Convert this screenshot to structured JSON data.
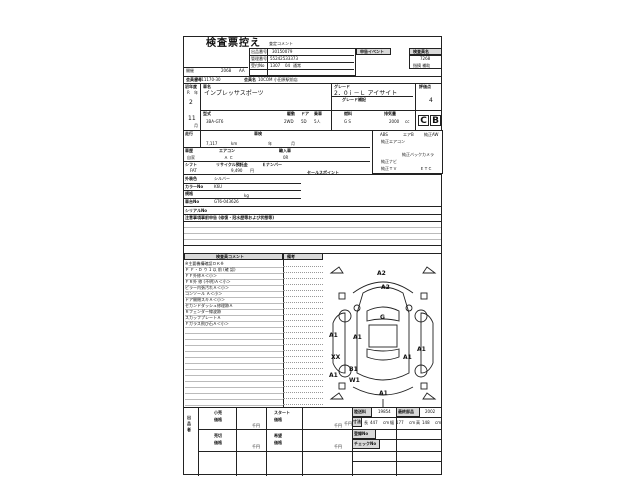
{
  "header": {
    "title": "検査票控え",
    "staff_comment": "査定コメント",
    "lot_no_label": "出品番号",
    "lot_no": "30150079",
    "mgmt_no_label": "管理番号",
    "mgmt_no": "55242533373",
    "reception_label": "受付No",
    "reception_no": "1307",
    "reception_extra": "04",
    "event_label": "申告イベント",
    "inspector_label": "検査員名",
    "inspector_code": "7268",
    "inspector_role": "指摘 補助",
    "tag_label": "通常",
    "venue_label": "開催",
    "venue_no": "2068",
    "venue_code": "AA",
    "member_no_label": "会員番号",
    "member_no": "A011170-30",
    "member_name_label": "会員名",
    "member_name": "10COM 小田原駅前店"
  },
  "vehicle": {
    "first_reg_label": "初年度",
    "model_label": "車名",
    "grade_label": "グレード",
    "score_label": "評価点",
    "era": "R",
    "year_label": "年",
    "year": "2",
    "month": "11",
    "month_label": "月",
    "model_name": "インプレッサスポーツ",
    "grade_name": "2．0ｉ－Ｌ アイサイト",
    "grade_supp_label": "グレード補記",
    "score": "4",
    "type_label": "型式",
    "type": "3BA-GT6",
    "drive_label": "駆動",
    "drive": "2WD",
    "doors_label": "ドア",
    "doors": "5D",
    "seats_label": "乗車",
    "seats": "5人",
    "fuel_label": "燃料",
    "fuel": "G S",
    "disp_label": "排気量",
    "displacement": "2000",
    "cc": "cc",
    "interior_grade": "C",
    "exterior_grade": "B"
  },
  "mileage": {
    "label": "走行",
    "value": "7,117",
    "unit": "km",
    "shaken_label": "車検",
    "year_label": "年",
    "month_label": "月"
  },
  "options": {
    "abs": "ABS",
    "ac": "エアB",
    "aw": "純正AW",
    "oem_ac": "純正エアコン",
    "back_camera": "純正バックカメラ",
    "oem_navi": "純正ナビ",
    "oem_tv": "純正ＴＶ",
    "etc": "ＥＴＣ"
  },
  "specs": {
    "handle_label": "車歴",
    "handle": "自家",
    "aircon_label": "エアコン",
    "aircon": "Ａ Ｃ",
    "import_label": "輸入車",
    "import_value": "0R",
    "shift_label": "シフト",
    "shift": "FAT",
    "recycle_label": "リサイクル預託金",
    "recycle": "9,490",
    "yen": "円",
    "plate_label": "Ｅナンバー",
    "sales_point_label": "セールスポイント"
  },
  "exterior": {
    "color_label": "外装色",
    "color": "シルバー",
    "colorno_label": "カラーNo",
    "color_no": "K6U",
    "weight_label": "規格",
    "weight_unit": "kg",
    "chassis_label": "車台No",
    "chassis_no": "GT6-043626",
    "serial_label": "シリアルNo",
    "notice_label": "注意事項事前申告 (修復・冠水歴等および状態等)"
  },
  "inspection": {
    "comment_title": "検査員コメント",
    "items": [
      "※主要機構確認ＯＫ※",
      "Ｐ Ｆ・Ｄ ウ 1 以 前 (確 認)",
      "ＦＦ外修Ａ＜小＞",
      "ＦＲ外 修 (不明)Ａ＜小＞",
      "ピラー内張汚れＡ＜小＞",
      "コンソール Ａ＜小＞",
      "ドア開閉スキＡ＜小＞",
      "セカンドダッシュ修理跡Ａ",
      "Ｒフェンダー線波跡",
      "スカッフプレートＡ",
      "Ｆガラス飛び石Ａ＜小＞"
    ],
    "notes_title": "備考"
  },
  "diagram": {
    "labels": [
      "A2",
      "A2",
      "G",
      "A1",
      "A1",
      "XX",
      "B1",
      "W1",
      "A1",
      "A1",
      "A1",
      "A1"
    ]
  },
  "footer": {
    "vertical_label": "出品者",
    "min_price_label": "小売",
    "price_label": "価格",
    "sales_label": "売切",
    "thousand_yen": "千円",
    "start_label": "スタート",
    "start_price_label": "価格",
    "hope_label": "希望",
    "registration_label": "陸送料",
    "reg_value": "19854",
    "dims_label": "寸法",
    "length_label": "長",
    "length": "447",
    "width_label": "幅",
    "width": "177",
    "height_label": "高",
    "height": "148",
    "cm": "cm",
    "reg_no_label": "登録No",
    "check_label": "チェックNo",
    "release_label": "最終部品",
    "release_value": "2002"
  }
}
